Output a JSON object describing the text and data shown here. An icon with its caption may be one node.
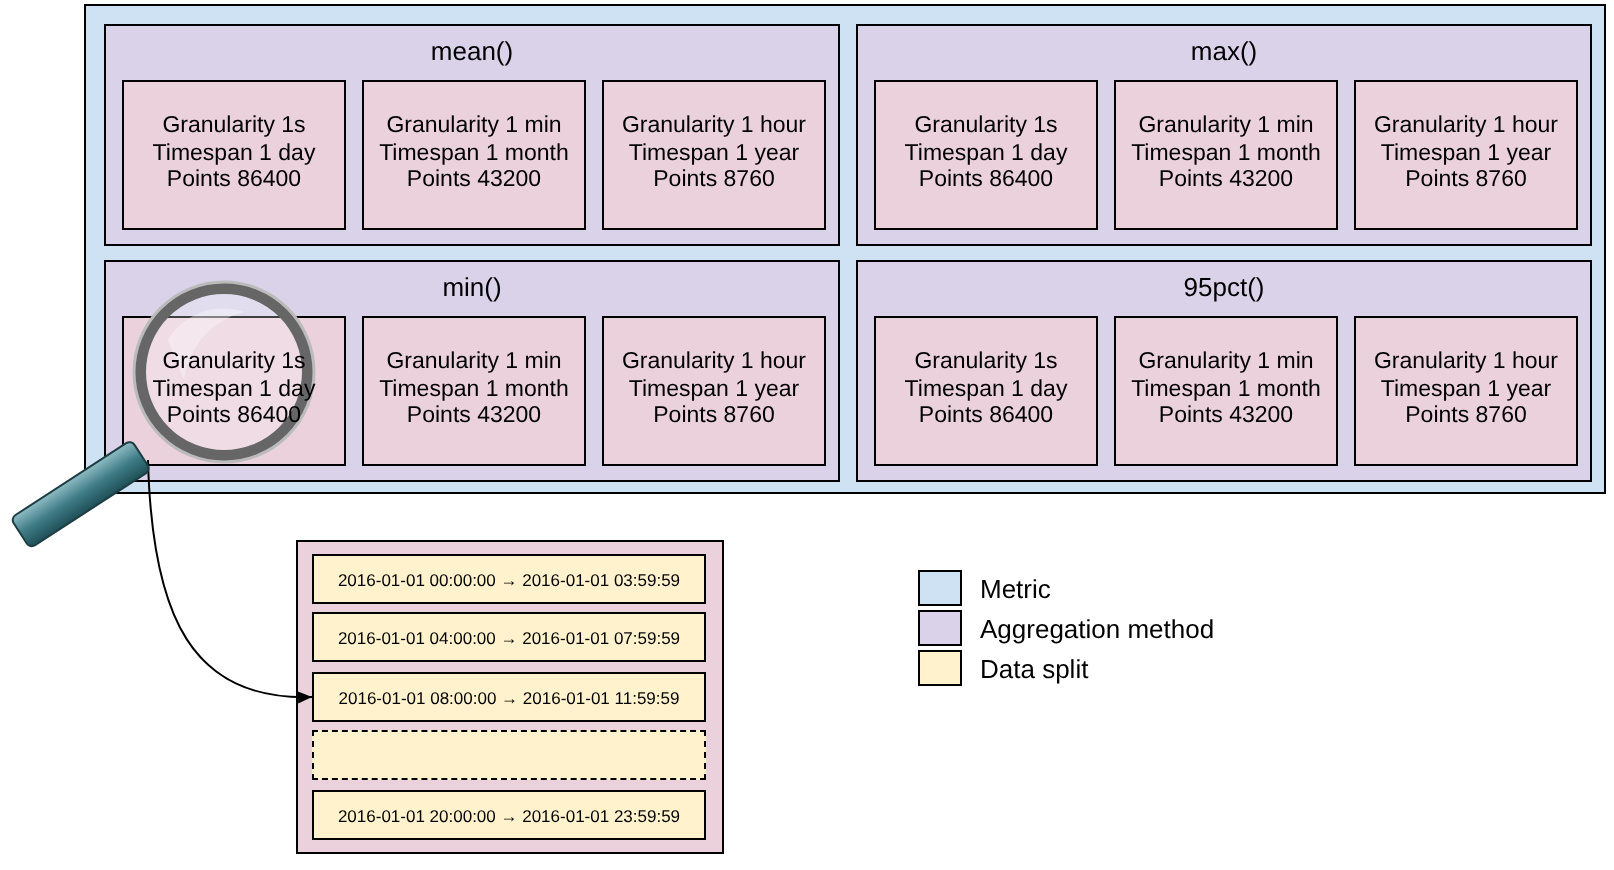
{
  "diagram": {
    "nodes": [
      {
        "text": [],
        "shape": "box"
      },
      {
        "text": [
          "mean()"
        ],
        "in": 0
      },
      {
        "text": [
          "Granularity 1s",
          "Timespan 1 day",
          "Points 86400"
        ],
        "in": 1
      },
      {
        "text": [
          "Granularity 1 min",
          "Timespan 1 month",
          "Points 43200"
        ],
        "in": 1
      },
      {
        "text": [
          "Granularity 1 hour",
          "Timespan 1 year",
          "Points 8760"
        ],
        "in": 1
      },
      {
        "text": [
          "max()"
        ],
        "in": 0
      },
      {
        "text": [
          "Granularity 1s",
          "Timespan 1 day",
          "Points 86400"
        ],
        "in": 5
      },
      {
        "text": [
          "Granularity 1 min",
          "Timespan 1 month",
          "Points 43200"
        ],
        "in": 5
      },
      {
        "text": [
          "Granularity 1 hour",
          "Timespan 1 year",
          "Points 8760"
        ],
        "in": 5
      },
      {
        "text": [
          "min()"
        ],
        "in": 0
      },
      {
        "text": [
          "Granularity 1s",
          "Timespan 1 day",
          "Points 86400"
        ],
        "in": 9
      },
      {
        "text": [
          "Granularity 1 min",
          "Timespan 1 month",
          "Points 43200"
        ],
        "in": 9
      },
      {
        "text": [
          "Granularity 1 hour",
          "Timespan 1 year",
          "Points 8760"
        ],
        "in": 9
      },
      {
        "text": [
          "95pct()"
        ],
        "in": 0
      },
      {
        "text": [
          "Granularity 1s",
          "Timespan 1 day",
          "Points 86400"
        ],
        "in": 13
      },
      {
        "text": [
          "Granularity 1 min",
          "Timespan 1 month",
          "Points 43200"
        ],
        "in": 13
      },
      {
        "text": [
          "Granularity 1 hour",
          "Timespan 1 year",
          "Points 8760"
        ],
        "in": 13
      },
      {
        "text": [],
        "shape": "picture"
      },
      {
        "text": [],
        "shape": "box"
      },
      {
        "text": [
          "2016-01-01 00:00:00 → 2016-01-01 03:59:59"
        ],
        "in": 18
      },
      {
        "text": [
          "2016-01-01 04:00:00 → 2016-01-01 07:59:59"
        ],
        "in": 18
      },
      {
        "text": [
          "2016-01-01 08:00:00 → 2016-01-01 11:59:59"
        ],
        "in": 18
      },
      {
        "text": [],
        "shape": "box",
        "in": 18
      },
      {
        "text": [
          "2016-01-01 20:00:00 → 2016-01-01 23:59:59"
        ],
        "in": 18
      }
    ],
    "edges": [
      {
        "from": 17,
        "to": 21,
        "arrow": "to"
      }
    ],
    "legend": [
      {
        "text": "Metric",
        "color": "#cfe2f3"
      },
      {
        "text": "Aggregation method",
        "color": "#d9d2e9"
      },
      {
        "text": "Data split",
        "color": "#fff2cc"
      }
    ]
  }
}
